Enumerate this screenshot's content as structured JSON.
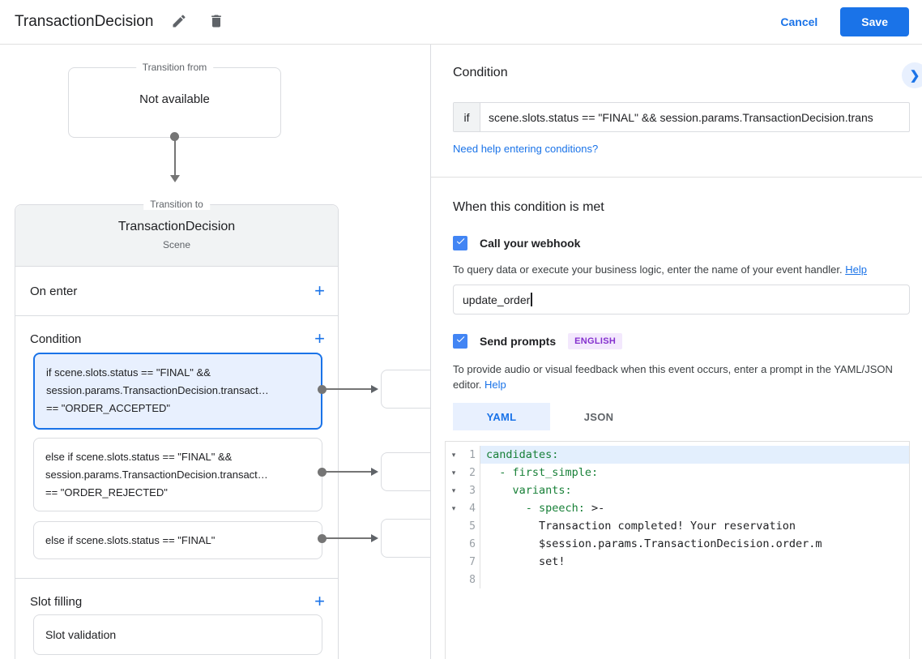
{
  "colors": {
    "accent": "#1a73e8",
    "checkbox_blue": "#4285f4",
    "selected_card_bg": "#e8f0fe",
    "selected_card_border": "#1a73e8",
    "card_border": "#dadce0",
    "code_key_green": "#188038",
    "badge_bg": "#f3e8fd",
    "badge_text": "#8430ce"
  },
  "header": {
    "title": "TransactionDecision",
    "cancel_label": "Cancel",
    "save_label": "Save"
  },
  "flow": {
    "transition_from": {
      "label": "Transition from",
      "content": "Not available"
    },
    "transition_to": {
      "label": "Transition to",
      "title": "TransactionDecision",
      "subtitle": "Scene"
    },
    "on_enter": {
      "label": "On enter",
      "add_label": "+"
    },
    "condition": {
      "label": "Condition",
      "add_label": "+",
      "cards": [
        {
          "selected": true,
          "lines": [
            "if scene.slots.status == \"FINAL\" &&",
            "session.params.TransactionDecision.transact…",
            "== \"ORDER_ACCEPTED\""
          ]
        },
        {
          "selected": false,
          "lines": [
            "else if scene.slots.status == \"FINAL\" &&",
            "session.params.TransactionDecision.transact…",
            "== \"ORDER_REJECTED\""
          ]
        },
        {
          "selected": false,
          "lines": [
            "else if scene.slots.status == \"FINAL\""
          ]
        }
      ]
    },
    "slot_filling": {
      "label": "Slot filling",
      "add_label": "+",
      "card_label": "Slot validation"
    }
  },
  "panel": {
    "condition": {
      "heading": "Condition",
      "if_label": "if",
      "expression": "scene.slots.status == \"FINAL\" && session.params.TransactionDecision.trans",
      "help_link": "Need help entering conditions?"
    },
    "when_met": {
      "heading": "When this condition is met",
      "webhook": {
        "label": "Call your webhook",
        "checked": true,
        "description": "To query data or execute your business logic, enter the name of your event handler.",
        "help_label": "Help",
        "input_value": "update_order"
      },
      "prompts": {
        "label": "Send prompts",
        "checked": true,
        "badge": "ENGLISH",
        "description": "To provide audio or visual feedback when this event occurs, enter a prompt in the YAML/JSON editor.",
        "help_label": "Help",
        "tabs": [
          {
            "label": "YAML",
            "active": true
          },
          {
            "label": "JSON",
            "active": false
          }
        ]
      }
    },
    "editor": {
      "lines": [
        {
          "num": "1",
          "fold": "▾",
          "key": "candidates:",
          "plain": "",
          "highlight": true
        },
        {
          "num": "2",
          "fold": "▾",
          "key": "  - first_simple:",
          "plain": "",
          "highlight": false
        },
        {
          "num": "3",
          "fold": "▾",
          "key": "    variants:",
          "plain": "",
          "highlight": false
        },
        {
          "num": "4",
          "fold": "▾",
          "key": "      - speech: ",
          "plain": ">-",
          "highlight": false
        },
        {
          "num": "5",
          "fold": "",
          "key": "",
          "plain": "        Transaction completed! Your reservation",
          "highlight": false
        },
        {
          "num": "6",
          "fold": "",
          "key": "",
          "plain": "        $session.params.TransactionDecision.order.m",
          "highlight": false
        },
        {
          "num": "7",
          "fold": "",
          "key": "",
          "plain": "        set!",
          "highlight": false
        },
        {
          "num": "8",
          "fold": "",
          "key": "",
          "plain": "",
          "highlight": false
        }
      ]
    }
  }
}
